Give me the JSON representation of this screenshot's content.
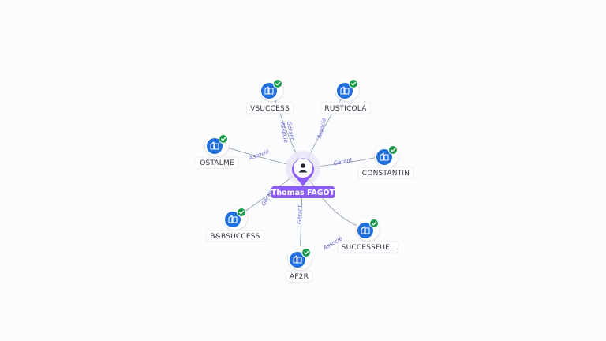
{
  "person": {
    "name": "Thomas FAGOT",
    "icon": "person-icon"
  },
  "companies": [
    {
      "id": "vsuccess",
      "name": "VSUCCESS",
      "status": "verified",
      "icon": "company-building-icon"
    },
    {
      "id": "rusticola",
      "name": "RUSTICOLA",
      "status": "verified",
      "icon": "company-building-icon"
    },
    {
      "id": "ostalme",
      "name": "OSTALME",
      "status": "verified",
      "icon": "company-building-icon"
    },
    {
      "id": "constantin",
      "name": "CONSTANTIN",
      "status": "verified",
      "icon": "company-building-icon"
    },
    {
      "id": "bbsuccess",
      "name": "B&BSUCCESS",
      "status": "verified",
      "icon": "company-building-icon"
    },
    {
      "id": "successfuel",
      "name": "SUCCESSFUEL",
      "status": "verified",
      "icon": "company-building-icon"
    },
    {
      "id": "af2r",
      "name": "AF2R",
      "status": "verified",
      "icon": "company-building-icon"
    }
  ],
  "relations": [
    {
      "to": "vsuccess",
      "labels": [
        "Gérant",
        "Associé"
      ]
    },
    {
      "to": "rusticola",
      "labels": [
        "Associé"
      ]
    },
    {
      "to": "ostalme",
      "labels": [
        "Associé"
      ]
    },
    {
      "to": "constantin",
      "labels": [
        "Gérant"
      ]
    },
    {
      "to": "bbsuccess",
      "labels": [
        "Gérant"
      ]
    },
    {
      "to": "successfuel",
      "labels": [
        "Associé"
      ]
    },
    {
      "to": "af2r",
      "labels": [
        "Gérant"
      ]
    }
  ],
  "colors": {
    "company_blue": "#1f6fe0",
    "verified_green": "#1a9a4a",
    "person_purple": "#8b5cf6",
    "edge_label": "#6a5fd6",
    "edge_line": "#8c93a3"
  }
}
